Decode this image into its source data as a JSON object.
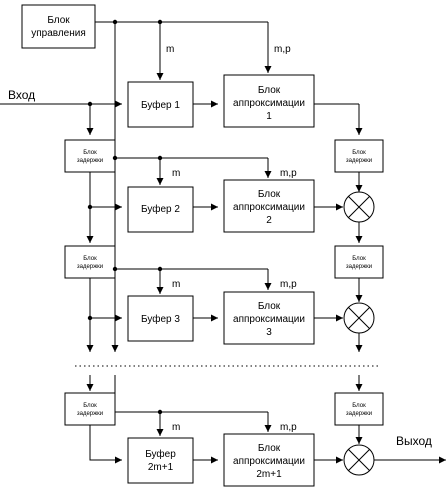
{
  "control_block": [
    "Блок",
    "управления"
  ],
  "input_label": "Вход",
  "output_label": "Выход",
  "delay_block": [
    "Блок",
    "задержки"
  ],
  "label_m": "m",
  "label_mp": "m,p",
  "stages": [
    {
      "buffer": [
        "Буфер 1"
      ],
      "approx": [
        "Блок",
        "аппроксимации",
        "1"
      ]
    },
    {
      "buffer": [
        "Буфер 2"
      ],
      "approx": [
        "Блок",
        "аппроксимации",
        "2"
      ]
    },
    {
      "buffer": [
        "Буфер 3"
      ],
      "approx": [
        "Блок",
        "аппроксимации",
        "3"
      ]
    },
    {
      "buffer": [
        "Буфер",
        "2m+1"
      ],
      "approx": [
        "Блок",
        "аппроксимации",
        "2m+1"
      ]
    }
  ]
}
